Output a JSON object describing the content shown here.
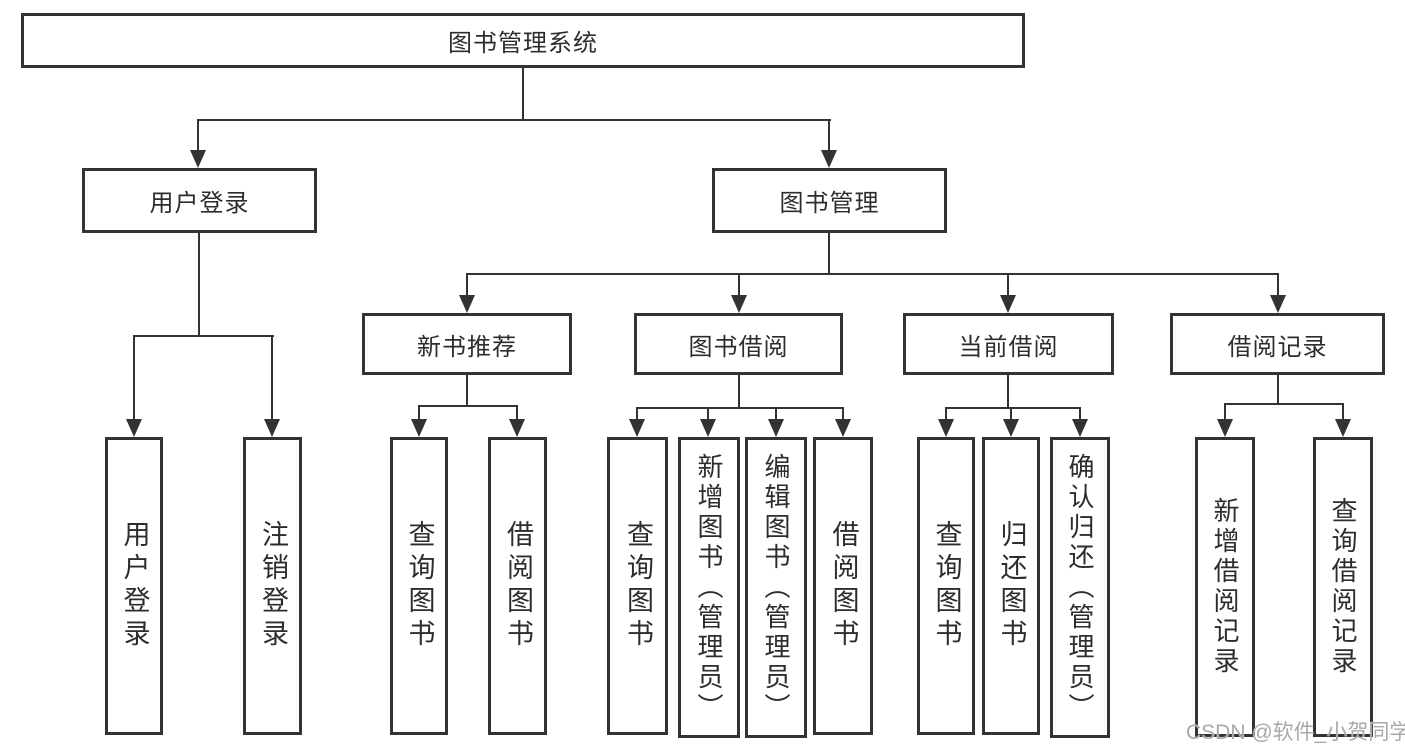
{
  "diagram": {
    "watermark": "CSDN @软件_小贺同学",
    "colors": {
      "line": "#333333",
      "box_border": "#333333",
      "box_background": "#ffffff",
      "text": "#2d2d2d",
      "watermark_text": "#a9a9a9"
    },
    "root": {
      "label": "图书管理系统",
      "children": [
        {
          "label": "用户登录",
          "children": [
            {
              "label": "用户登录"
            },
            {
              "label": "注销登录"
            }
          ]
        },
        {
          "label": "图书管理",
          "children": [
            {
              "label": "新书推荐",
              "children": [
                {
                  "label": "查询图书"
                },
                {
                  "label": "借阅图书"
                }
              ]
            },
            {
              "label": "图书借阅",
              "children": [
                {
                  "label": "查询图书"
                },
                {
                  "label": "新增图书（管理员）"
                },
                {
                  "label": "编辑图书（管理员）"
                },
                {
                  "label": "借阅图书"
                }
              ]
            },
            {
              "label": "当前借阅",
              "children": [
                {
                  "label": "查询图书"
                },
                {
                  "label": "归还图书"
                },
                {
                  "label": "确认归还（管理员）"
                }
              ]
            },
            {
              "label": "借阅记录",
              "children": [
                {
                  "label": "新增借阅记录"
                },
                {
                  "label": "查询借阅记录"
                }
              ]
            }
          ]
        }
      ]
    }
  }
}
